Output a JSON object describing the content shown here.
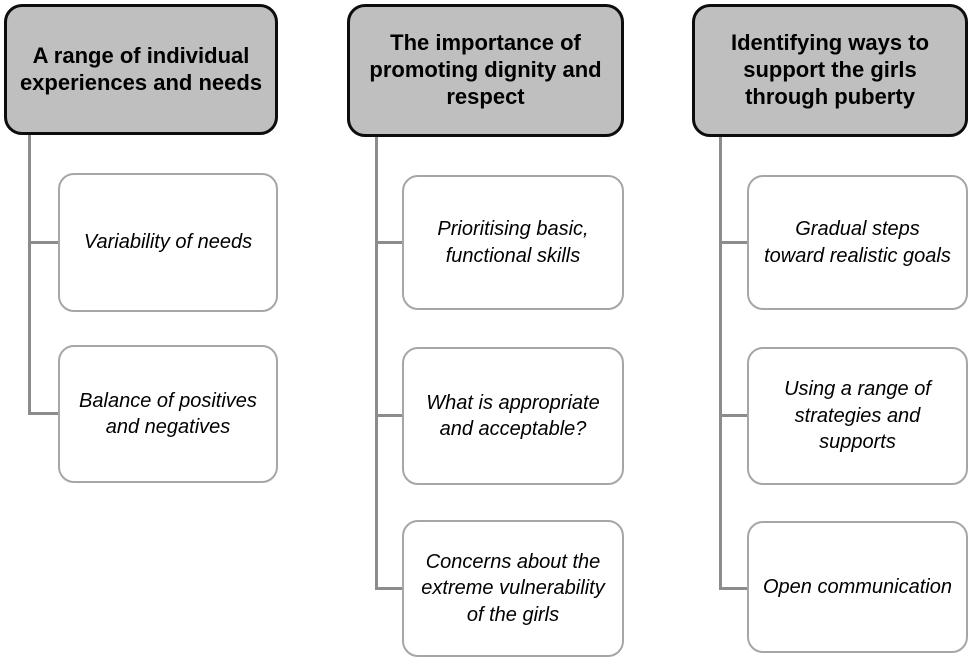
{
  "diagram": {
    "type": "theme-hierarchy",
    "colors": {
      "header_fill": "#bfbfbf",
      "header_border": "#0d0d0d",
      "child_fill": "#ffffff",
      "child_border": "#a6a6a6",
      "connector": "#8c8c8c",
      "text": "#000000"
    },
    "columns": [
      {
        "title": "A range of individual experiences and needs",
        "children": [
          {
            "label": "Variability of needs"
          },
          {
            "label": "Balance of positives and negatives"
          }
        ]
      },
      {
        "title": "The importance of promoting dignity and respect",
        "children": [
          {
            "label": "Prioritising basic, functional skills"
          },
          {
            "label": "What is appropriate and acceptable?"
          },
          {
            "label": "Concerns about the extreme vulnerability of the girls"
          }
        ]
      },
      {
        "title": "Identifying ways to support the girls through puberty",
        "children": [
          {
            "label": "Gradual steps toward realistic goals"
          },
          {
            "label": "Using a range of strategies and supports"
          },
          {
            "label": "Open communication"
          }
        ]
      }
    ]
  }
}
